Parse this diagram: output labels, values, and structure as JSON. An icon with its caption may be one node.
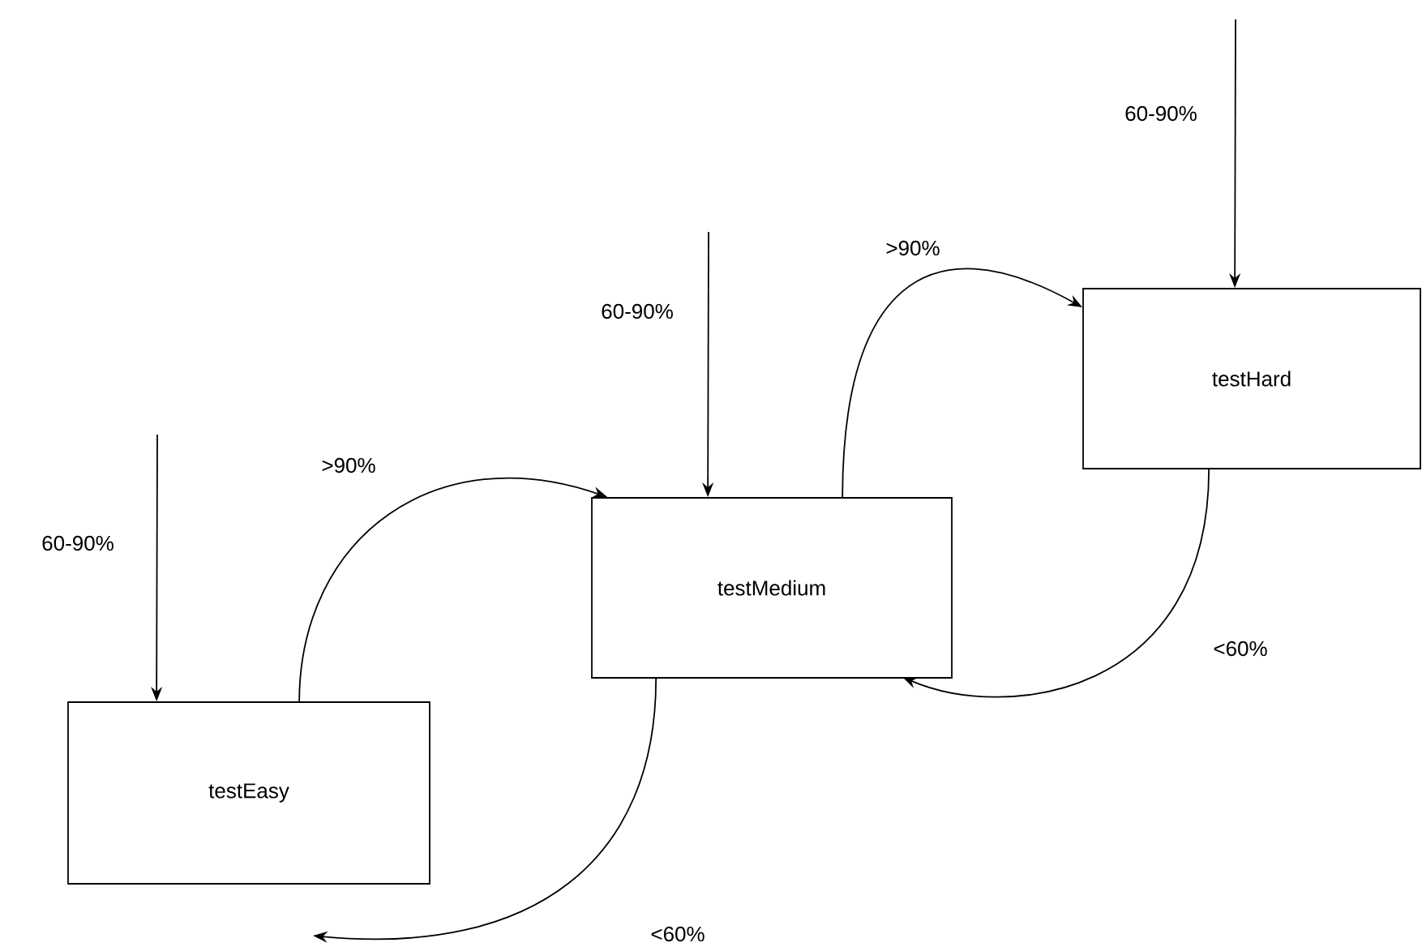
{
  "diagram": {
    "nodes": [
      {
        "text": [
          "testEasy"
        ]
      },
      {
        "text": [
          "testMedium"
        ]
      },
      {
        "text": [
          "testHard"
        ]
      }
    ],
    "edges": [
      {
        "from": null,
        "to": 0,
        "arrow": "to",
        "label": "60-90%"
      },
      {
        "from": 0,
        "to": 1,
        "arrow": "to",
        "label": ">90%"
      },
      {
        "from": null,
        "to": 1,
        "arrow": "to",
        "label": "60-90%"
      },
      {
        "from": 1,
        "to": 2,
        "arrow": "to",
        "label": ">90%"
      },
      {
        "from": null,
        "to": 2,
        "arrow": "to",
        "label": "60-90%"
      },
      {
        "from": 2,
        "to": 1,
        "arrow": "to",
        "label": "<60%"
      },
      {
        "from": 1,
        "to": null,
        "arrow": "to",
        "label": "<60%"
      }
    ]
  }
}
